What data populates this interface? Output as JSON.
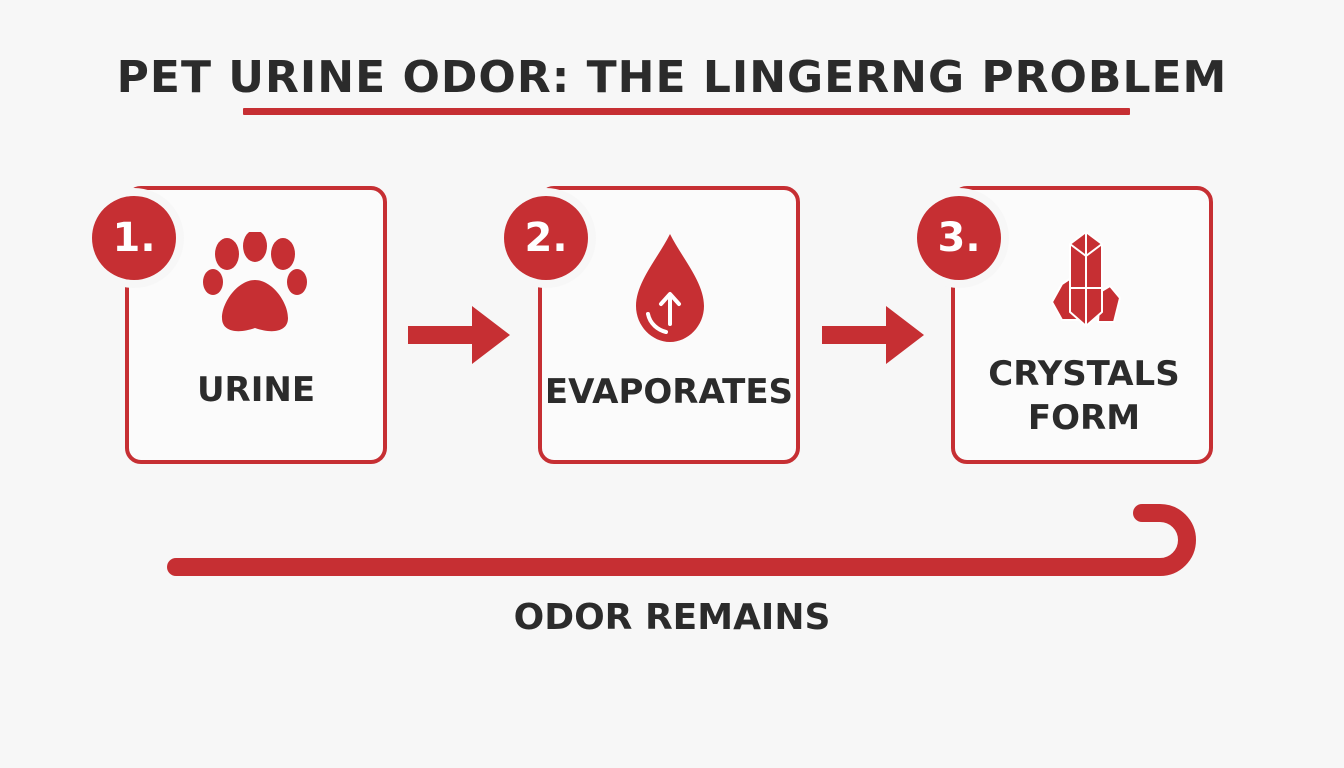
{
  "title": "PET URINE ODOR: THE LINGERNG PROBLEM",
  "accent_color": "#c62f33",
  "text_color": "#2b2b2b",
  "steps": [
    {
      "number": "1.",
      "label": "URINE",
      "icon": "paw-icon"
    },
    {
      "number": "2.",
      "label": "EVAPORATES",
      "icon": "droplet-up-arrow-icon"
    },
    {
      "number": "3.",
      "label": "CRYSTALS\nFORM",
      "icon": "crystal-icon"
    }
  ],
  "footer_label": "ODOR REMAINS"
}
